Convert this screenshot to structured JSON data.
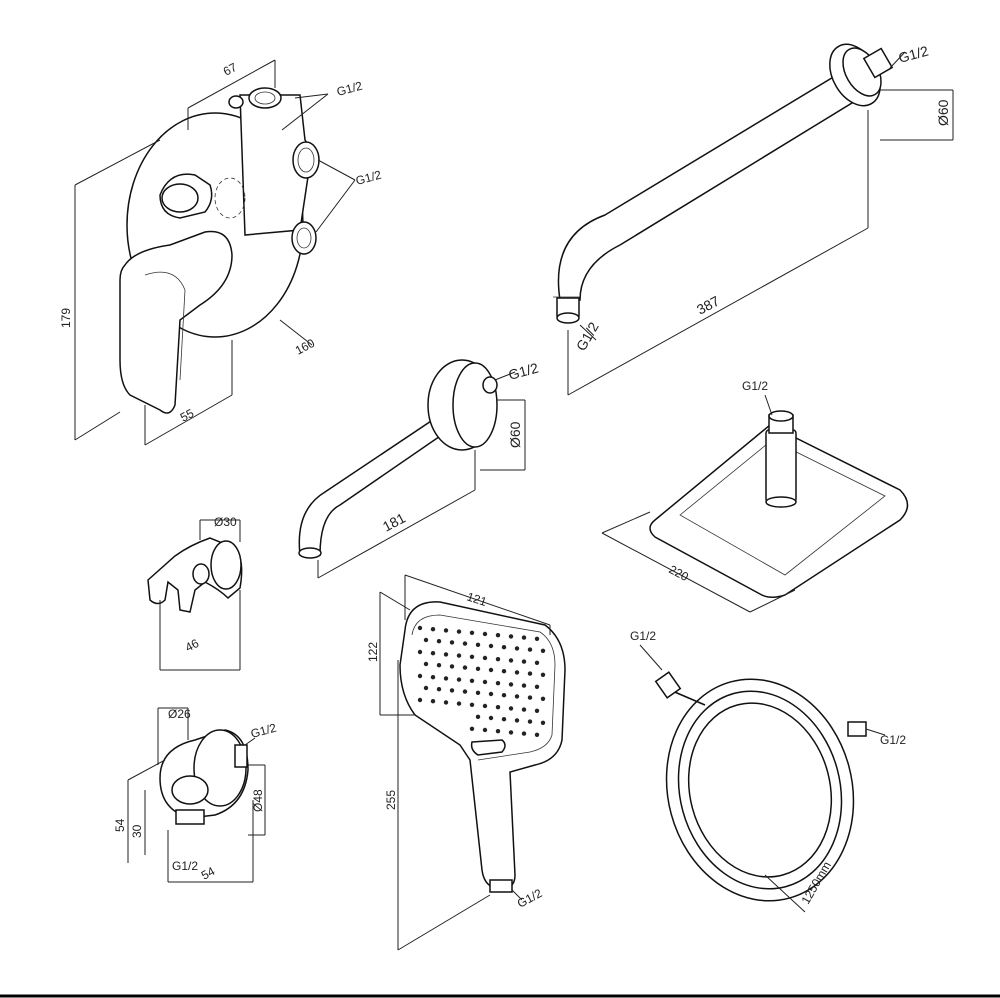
{
  "labels": {
    "mixer_width": "67",
    "mixer_g1": "G1/2",
    "mixer_g2": "G1/2",
    "mixer_height": "179",
    "mixer_diameter": "160",
    "mixer_depth": "55",
    "arm_g_top": "G1/2",
    "arm_d": "Ø60",
    "arm_length": "387",
    "arm_g_bottom": "G1/2",
    "spout_g": "G1/2",
    "spout_d": "Ø60",
    "spout_length": "181",
    "head_g": "G1/2",
    "head_size": "220",
    "holder_d": "Ø30",
    "holder_depth": "46",
    "elbow_d": "Ø26",
    "elbow_g_top": "G1/2",
    "elbow_h1": "54",
    "elbow_h2": "30",
    "elbow_d2": "Ø48",
    "elbow_g_bottom": "G1/2",
    "elbow_width": "54",
    "hand_width": "121",
    "hand_face": "122",
    "hand_height": "255",
    "hand_g": "G1/2",
    "hose_g_top": "G1/2",
    "hose_g_right": "G1/2",
    "hose_length": "1250mm"
  }
}
